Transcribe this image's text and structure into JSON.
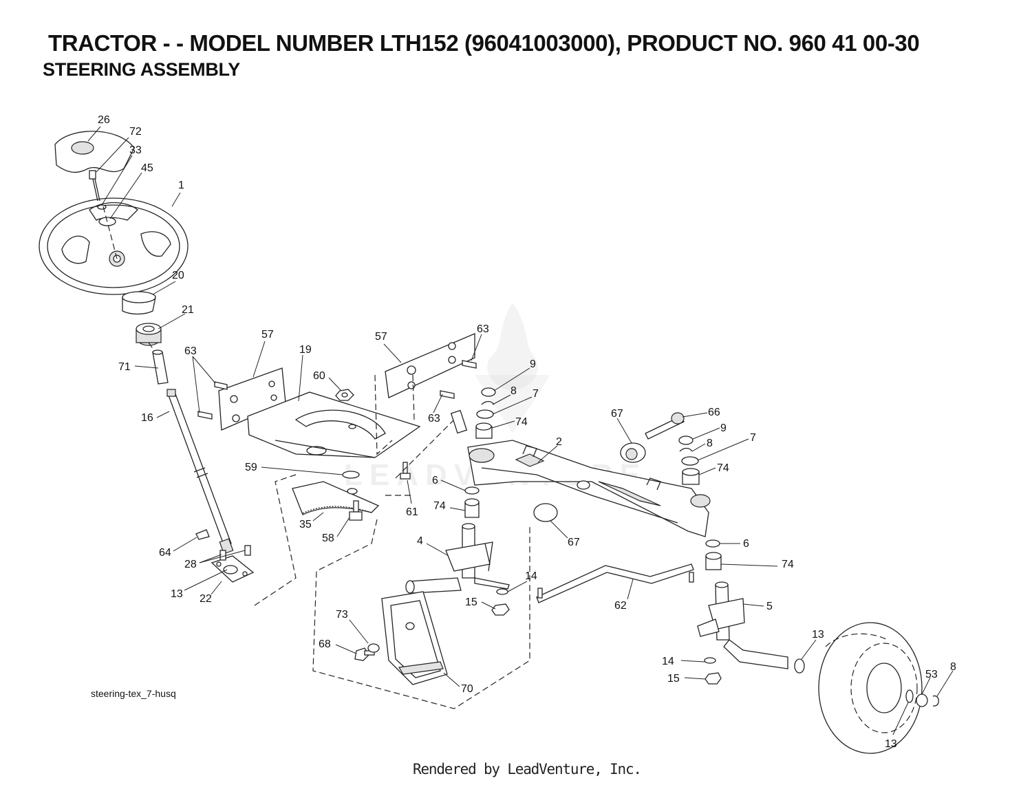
{
  "header": {
    "title": "TRACTOR - - MODEL NUMBER LTH152 (96041003000), PRODUCT NO. 960 41 00-30",
    "subtitle": "STEERING ASSEMBLY"
  },
  "diagram": {
    "reference": "steering-tex_7-husq",
    "watermark": "LEADVENTURE",
    "callouts": [
      {
        "id": "c26a",
        "label": "26"
      },
      {
        "id": "c72",
        "label": "72"
      },
      {
        "id": "c33",
        "label": "33"
      },
      {
        "id": "c45",
        "label": "45"
      },
      {
        "id": "c1",
        "label": "1"
      },
      {
        "id": "c20",
        "label": "20"
      },
      {
        "id": "c21",
        "label": "21"
      },
      {
        "id": "c71",
        "label": "71"
      },
      {
        "id": "c16",
        "label": "16"
      },
      {
        "id": "c63a",
        "label": "63"
      },
      {
        "id": "c57a",
        "label": "57"
      },
      {
        "id": "c19",
        "label": "19"
      },
      {
        "id": "c60",
        "label": "60"
      },
      {
        "id": "c57b",
        "label": "57"
      },
      {
        "id": "c63b",
        "label": "63"
      },
      {
        "id": "c63c",
        "label": "63"
      },
      {
        "id": "c9a",
        "label": "9"
      },
      {
        "id": "c8a",
        "label": "8"
      },
      {
        "id": "c7a",
        "label": "7"
      },
      {
        "id": "c74a",
        "label": "74"
      },
      {
        "id": "c67a",
        "label": "67"
      },
      {
        "id": "c66",
        "label": "66"
      },
      {
        "id": "c9b",
        "label": "9"
      },
      {
        "id": "c8b",
        "label": "8"
      },
      {
        "id": "c7b",
        "label": "7"
      },
      {
        "id": "c74b",
        "label": "74"
      },
      {
        "id": "c2",
        "label": "2"
      },
      {
        "id": "c59",
        "label": "59"
      },
      {
        "id": "c61",
        "label": "61"
      },
      {
        "id": "c6a",
        "label": "6"
      },
      {
        "id": "c74c",
        "label": "74"
      },
      {
        "id": "c35",
        "label": "35"
      },
      {
        "id": "c58",
        "label": "58"
      },
      {
        "id": "c4",
        "label": "4"
      },
      {
        "id": "c67b",
        "label": "67"
      },
      {
        "id": "c6b",
        "label": "6"
      },
      {
        "id": "c74d",
        "label": "74"
      },
      {
        "id": "c64",
        "label": "64"
      },
      {
        "id": "c28",
        "label": "28"
      },
      {
        "id": "c13a",
        "label": "13"
      },
      {
        "id": "c22",
        "label": "22"
      },
      {
        "id": "c14a",
        "label": "14"
      },
      {
        "id": "c15a",
        "label": "15"
      },
      {
        "id": "c62",
        "label": "62"
      },
      {
        "id": "c5",
        "label": "5"
      },
      {
        "id": "c73",
        "label": "73"
      },
      {
        "id": "c68",
        "label": "68"
      },
      {
        "id": "c70",
        "label": "70"
      },
      {
        "id": "c13b",
        "label": "13"
      },
      {
        "id": "c14b",
        "label": "14"
      },
      {
        "id": "c15b",
        "label": "15"
      },
      {
        "id": "c53",
        "label": "53"
      },
      {
        "id": "c8c",
        "label": "8"
      },
      {
        "id": "c13c",
        "label": "13"
      }
    ]
  },
  "footer": {
    "text": "Rendered by LeadVenture, Inc."
  }
}
